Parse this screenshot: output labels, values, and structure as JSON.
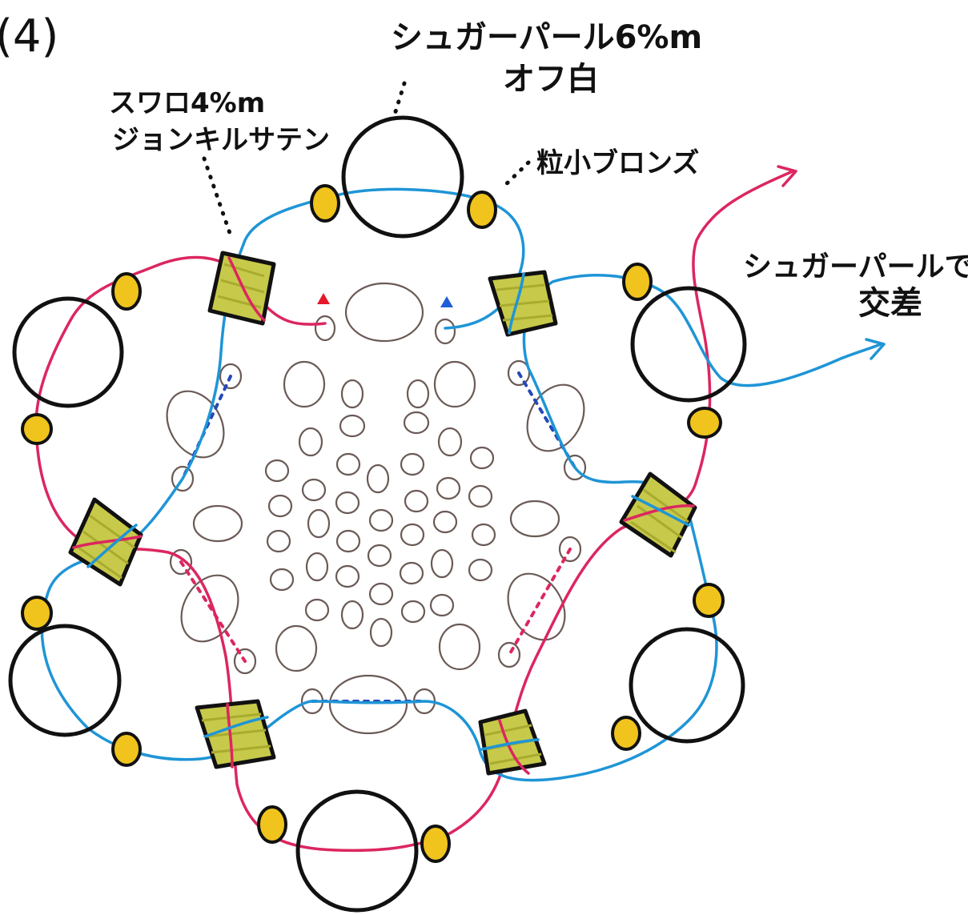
{
  "step_label": "(4)",
  "labels": {
    "sugar_pearl_line1": "シュガーパール6%m",
    "sugar_pearl_line2": "オフ白",
    "swaro_line1": "スワロ4%m",
    "swaro_line2": "ジョンキルサテン",
    "seed_bead": "粒小ブロンズ",
    "cross_line1": "シュガーパールで",
    "cross_line2": "交差"
  },
  "colors": {
    "red_thread": "#dc2660",
    "blue_thread": "#1f95d6",
    "seed_bead": "#f0c41c",
    "swarovski": "#c7c94a",
    "outline": "#111111"
  },
  "icons": {
    "big_pearl": "circle-outline",
    "seed_bead": "yellow-oval",
    "swarovski": "green-diamond",
    "start_marker_red": "red-triangle",
    "start_marker_blue": "blue-triangle"
  }
}
